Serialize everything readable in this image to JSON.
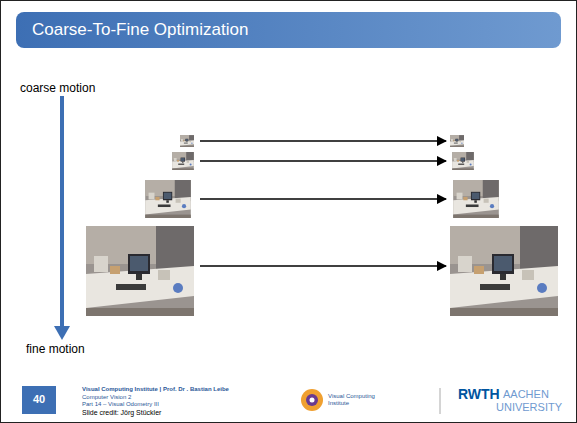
{
  "diagram": {
    "title": "Coarse-To-Fine Optimization",
    "labels": [
      "coarse motion",
      "fine motion",
      "40",
      "Visual Computing Institute | Prof. Dr . Bastian Leibe",
      "Computer Vision 2",
      "Part 14 – Visual Odometry III",
      "Slide credit: Jörg Stückler",
      "Visual Computing Institute",
      "RWTH",
      "AACHEN",
      "UNIVERSITY"
    ]
  }
}
